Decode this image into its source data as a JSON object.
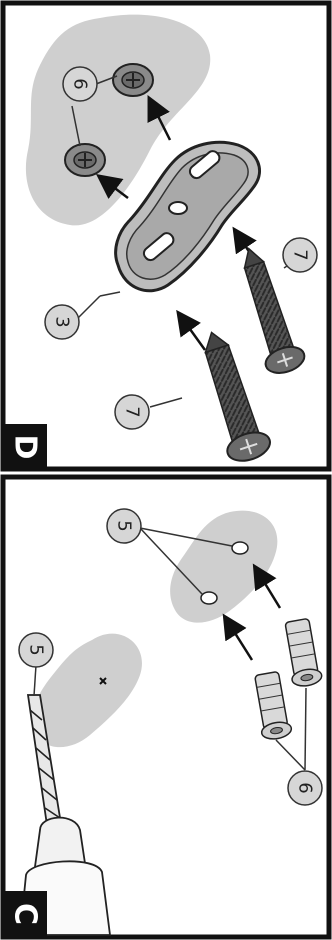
{
  "panels": [
    {
      "letter": "D",
      "callouts": [
        "6",
        "3",
        "7",
        "7"
      ]
    },
    {
      "letter": "C",
      "callouts": [
        "5",
        "5",
        "6"
      ]
    }
  ],
  "colors": {
    "border": "#111111",
    "wall_patch": "#cfcfcf",
    "bracket_fill": "#bdbdbd",
    "screw": "#4a4a4a",
    "anchor": "#d9d9d9",
    "callout_fill": "#d6d6d6"
  }
}
